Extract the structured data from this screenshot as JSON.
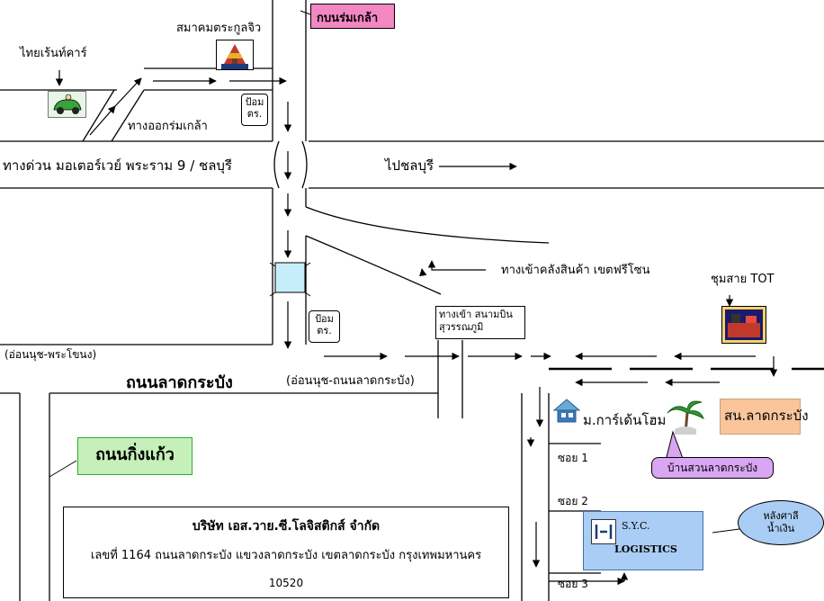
{
  "labels": {
    "thai_rent_car": "ไทยเร้นท์คาร์",
    "samakhom": "สมาคมตระกูลจิว",
    "kobon_rom_klao": "กบนร่มเกล้า",
    "police_box_top": "ป้อม ตร.",
    "exit_rom_klao": "ทางออกร่มเกล้า",
    "expressway": "ทางด่วน มอเตอร์เวย์ พระราม 9 / ชลบุรี",
    "to_chonburi": "ไปชลบุรี",
    "freezone_entry": "ทางเข้าคลังสินค้า เขตฟรีโซน",
    "tot_junction": "ชุมสาย TOT",
    "police_box_bottom": "ป้อม ตร.",
    "airport_entry": "ทางเข้า สนามบินสุวรรณภูมิ",
    "on_nut_prawet": "(อ่อนนุช-พระโขนง)",
    "on_nut_lat_krabang": "(อ่อนนุช-ถนนลาดกระบัง)",
    "lat_krabang_road": "ถนนลาดกระบัง",
    "garden_home": "ม.การ์เด้นโฮม",
    "lat_krabang_station": "สน.ลาดกระบัง",
    "ban_suan": "บ้านสวนลาดกระบัง",
    "king_kaew_road": "ถนนกิ่งแก้ว",
    "soi_1": "ซอย 1",
    "soi_2": "ซอย 2",
    "soi_3": "ซอย 3",
    "behind_pavilion": "หลังศาลีน้ำเงิน",
    "syc_name": "S.Y.C.",
    "syc_logistics": "LOGISTICS"
  },
  "company": {
    "name": "บริษัท เอส.วาย.ซี.โลจิสติกส์ จำกัด",
    "address": "เลขที่ 1164 ถนนลาดกระบัง แขวงลาดกระบัง เขตลาดกระบัง กรุงเทพมหานคร",
    "postcode": "10520"
  },
  "icons": [
    "car-icon",
    "temple-icon",
    "tot-building-icon",
    "house-icon",
    "palm-tree-icon",
    "syc-logo-icon"
  ],
  "colors": {
    "pink_callout": "#f287c2",
    "green_callout": "#c5f0b9",
    "station_fill": "#fac59a",
    "syc_fill": "#a9cdf4",
    "blue_callout": "#a9cdf4",
    "ban_suan_fill": "#d8a6f2",
    "bridge_fill": "#c6eefa"
  }
}
